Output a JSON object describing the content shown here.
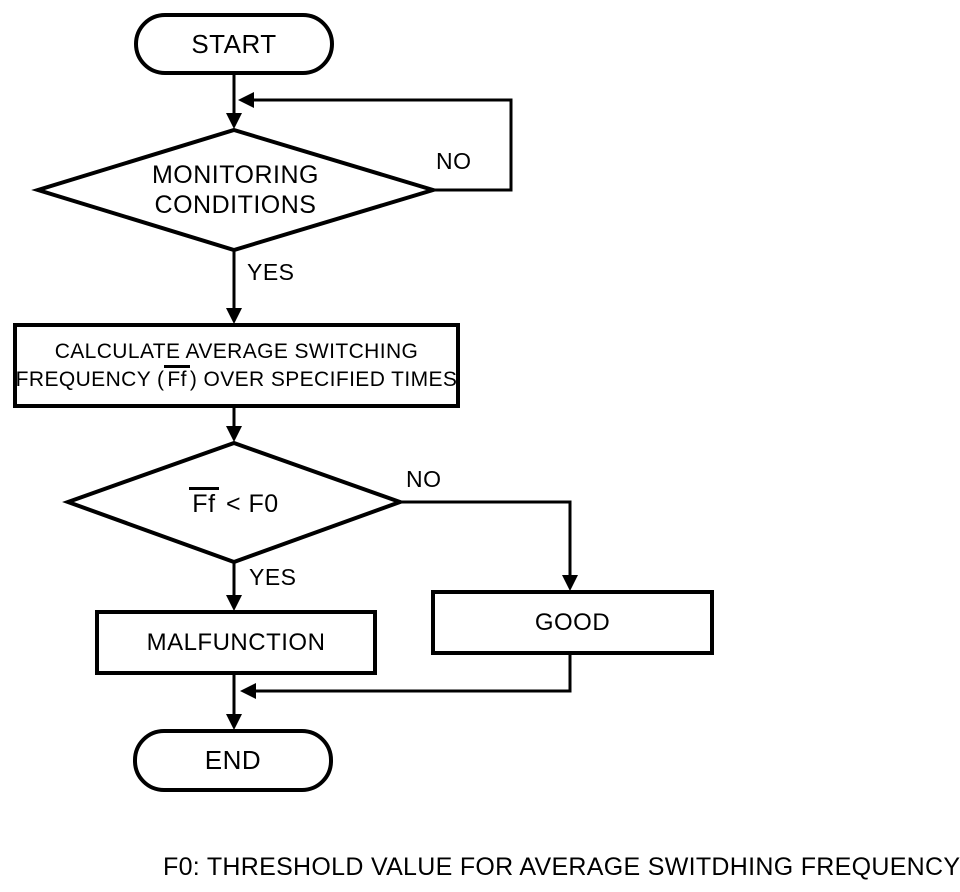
{
  "flowchart": {
    "start": {
      "label": "START"
    },
    "decision1": {
      "line1": "MONITORING",
      "line2": "CONDITIONS",
      "no_label": "NO",
      "yes_label": "YES"
    },
    "process1": {
      "line1": "CALCULATE AVERAGE SWITCHING",
      "line2_pre": "FREQUENCY (",
      "line2_ff": "Ff",
      "line2_post": ") OVER SPECIFIED TIMES"
    },
    "decision2": {
      "ff": "Ff",
      "comparison": " < F0",
      "no_label": "NO",
      "yes_label": "YES"
    },
    "good": {
      "label": "GOOD"
    },
    "malfunction": {
      "label": "MALFUNCTION"
    },
    "end": {
      "label": "END"
    },
    "footnote": "F0: THRESHOLD VALUE FOR AVERAGE SWITDHING FREQUENCY"
  },
  "colors": {
    "stroke": "#000000",
    "background": "#ffffff"
  }
}
